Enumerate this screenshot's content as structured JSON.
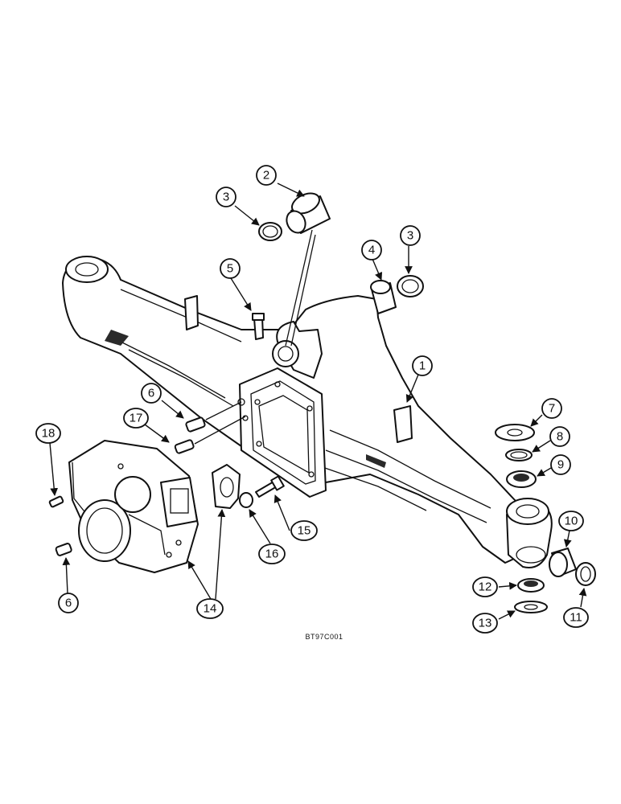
{
  "callouts": {
    "c1": "1",
    "c2": "2",
    "c3a": "3",
    "c3b": "3",
    "c4": "4",
    "c5": "5",
    "c6a": "6",
    "c6b": "6",
    "c7": "7",
    "c8": "8",
    "c9": "9",
    "c10": "10",
    "c11": "11",
    "c12": "12",
    "c13": "13",
    "c14": "14",
    "c15": "15",
    "c16": "16",
    "c17": "17",
    "c18": "18"
  },
  "figure_id": "BT97C001"
}
